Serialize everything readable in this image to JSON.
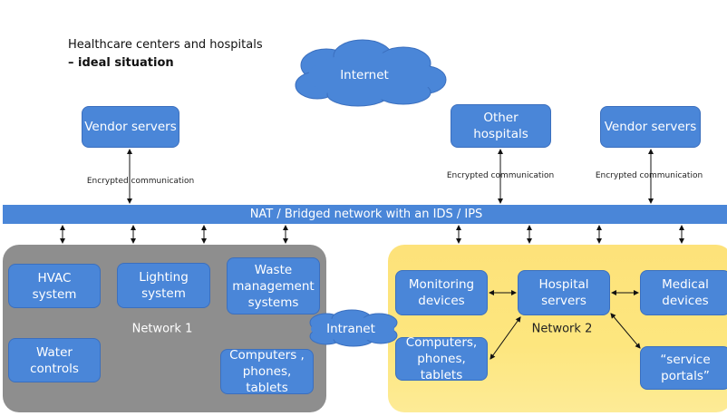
{
  "title": {
    "line1": "Healthcare centers and hospitals",
    "line2": "– ideal situation"
  },
  "internet": "Internet",
  "intranet": "Intranet",
  "top_boxes": {
    "vendor_left": "Vendor servers",
    "other_hospitals": "Other\nhospitals",
    "vendor_right": "Vendor servers"
  },
  "encrypted": [
    "Encrypted communication",
    "Encrypted communication",
    "Encrypted communication"
  ],
  "bar": "NAT / Bridged network with an IDS / IPS",
  "network1": {
    "label": "Network 1",
    "hvac": "HVAC\nsystem",
    "lighting": "Lighting\nsystem",
    "waste": "Waste\nmanagement\nsystems",
    "water": "Water\ncontrols",
    "computers": "Computers ,\nphones,\ntablets"
  },
  "network2": {
    "label": "Network 2",
    "monitoring": "Monitoring\ndevices",
    "hospital_servers": "Hospital\nservers",
    "medical": "Medical\ndevices",
    "computers": "Computers,\nphones,\ntablets",
    "service_portals": "“service\nportals”"
  },
  "colors": {
    "box": "#4a86d8",
    "network1": "#8e8e8e",
    "network2": "#fde27a"
  }
}
